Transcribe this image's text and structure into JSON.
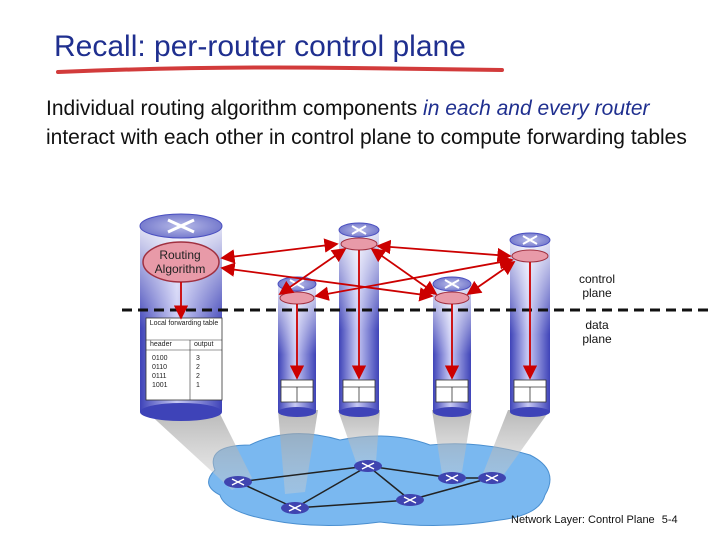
{
  "slide": {
    "title": "Recall: per-router control plane",
    "body_part1": "Individual routing algorithm components ",
    "body_em": "in each and every router",
    "body_part2": " interact with each other in control plane to compute forwarding tables",
    "footer_section": "Network Layer: Control Plane",
    "footer_page": "5-4"
  },
  "diagram": {
    "routing_algorithm_label": "Routing Algorithm",
    "control_plane_label": "control plane",
    "data_plane_label": "data plane",
    "table": {
      "title": "Local forwarding table",
      "headers": [
        "header",
        "output"
      ],
      "rows": [
        [
          "0100",
          "3"
        ],
        [
          "0110",
          "2"
        ],
        [
          "0111",
          "2"
        ],
        [
          "1001",
          "1"
        ]
      ]
    },
    "colors": {
      "title": "#1f2f8f",
      "underline": "#d23b3b",
      "arrows": "#cc0000",
      "cylinder": "#6a6fd8",
      "cloud": "#7ab8f0",
      "control_oval": "#e89aa8"
    }
  }
}
